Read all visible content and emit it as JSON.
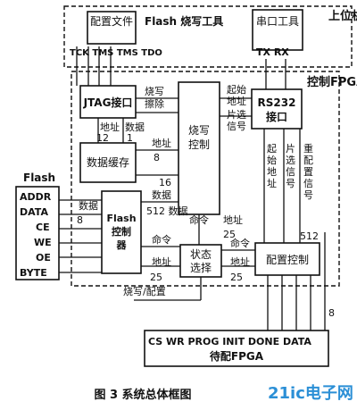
{
  "pc": {
    "label": "上位机",
    "config_file": "配置文件",
    "flash_tool": "Flash 烧写工具",
    "jtag_pins": "TCK TMS TMS TDO",
    "serial_tool": "串口工具",
    "serial_pins": "TX RX"
  },
  "fpga": {
    "label": "控制FPGA"
  },
  "blocks": {
    "jtag": "JTAG接口",
    "buffer": "数据缓存",
    "burn": "烧写控制",
    "rs232": "RS232接口",
    "flash_ctrl": "Flash控制器",
    "state": "状态选择",
    "config_ctrl": "配置控制"
  },
  "flash": {
    "title": "Flash",
    "pins": [
      "ADDR",
      "DATA",
      "CE",
      "WE",
      "OE",
      "BYTE"
    ]
  },
  "target": {
    "pins": "CS WR PROG INIT DONE DATA",
    "name": "待配FPGA"
  },
  "labels": {
    "burn_erase": "烧写擦除",
    "start_addr": "起始地址",
    "chip_sel": "片选信号",
    "addr": "地址",
    "data": "数据",
    "n12": "12",
    "n1": "1",
    "n8": "8",
    "n16": "16",
    "n512": "512",
    "n25": "25",
    "data512": "512 数据",
    "cmd": "命令",
    "reconfig": "重配置信号",
    "burn_config": "烧写/配置"
  },
  "caption": "图 3  系统总体框图",
  "watermark": "21ic电子网"
}
